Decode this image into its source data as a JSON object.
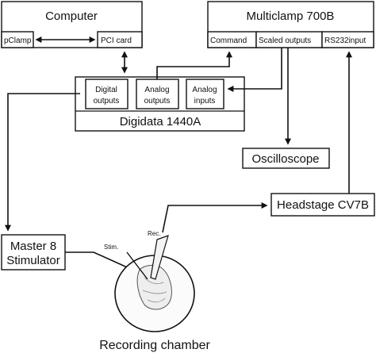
{
  "computer": {
    "title": "Computer",
    "pclamp": "pClamp",
    "pci_card": "PCI card"
  },
  "multiclamp": {
    "title": "Multiclamp 700B",
    "command": "Command",
    "scaled_outputs": "Scaled outputs",
    "rs232": "RS232input"
  },
  "digidata": {
    "title": "Digidata 1440A",
    "digital_outputs": [
      "Digital",
      "outputs"
    ],
    "analog_outputs": [
      "Analog",
      "outputs"
    ],
    "analog_inputs": [
      "Analog",
      "inputs"
    ]
  },
  "oscilloscope": "Oscilloscope",
  "headstage": "Headstage CV7B",
  "stimulator": [
    "Master 8",
    "Stimulator"
  ],
  "stim_label": "Stim.",
  "rec_label": "Rec.",
  "chamber_caption": "Recording chamber"
}
